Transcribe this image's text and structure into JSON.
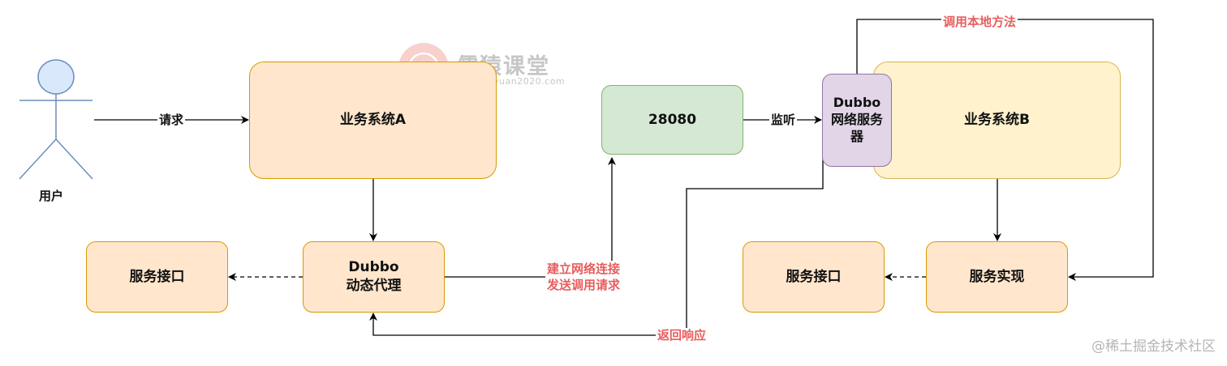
{
  "actor": {
    "label": "用户"
  },
  "boxes": {
    "system_a": "业务系统A",
    "proxy_line1": "Dubbo",
    "proxy_line2": "动态代理",
    "interface_left": "服务接口",
    "port": "28080",
    "server_line1": "Dubbo",
    "server_line2": "网络服务",
    "server_line3": "器",
    "system_b": "业务系统B",
    "impl": "服务实现",
    "interface_right": "服务接口"
  },
  "labels": {
    "request": "请求",
    "listen": "监听",
    "connect_line1": "建立网络连接",
    "connect_line2": "发送调用请求",
    "return": "返回响应",
    "call_local": "调用本地方法"
  },
  "watermark": {
    "title": "儒猿课堂",
    "url": "www.ruyuan2020.com",
    "footer": "@稀土掘金技术社区"
  },
  "colors": {
    "orange_fill": "#ffe6cc",
    "orange_stroke": "#d79b00",
    "green_fill": "#d5e8d4",
    "green_stroke": "#82b366",
    "yellow_fill": "#fff2cc",
    "yellow_stroke": "#d6b656",
    "purple_fill": "#e1d5e7",
    "purple_stroke": "#9673a6",
    "actor_fill": "#dae8fc",
    "actor_stroke": "#6c8ebf",
    "edge_label_red": "#e85d5d"
  }
}
